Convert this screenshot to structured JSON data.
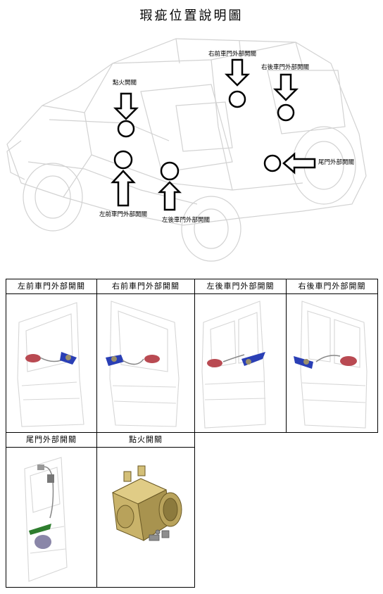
{
  "title": "瑕疵位置說明圖",
  "diagram": {
    "labels": {
      "ignition": "點火開關",
      "front_right": "右前車門外部開關",
      "rear_right": "右後車門外部開關",
      "tailgate": "尾門外部開關",
      "front_left": "左前車門外部開關",
      "rear_left": "左後車門外部開關"
    }
  },
  "panels": [
    {
      "label": "左前車門外部開關"
    },
    {
      "label": "右前車門外部開關"
    },
    {
      "label": "左後車門外部開關"
    },
    {
      "label": "右後車門外部開關"
    },
    {
      "label": "尾門外部開關"
    },
    {
      "label": "點火開關"
    }
  ]
}
